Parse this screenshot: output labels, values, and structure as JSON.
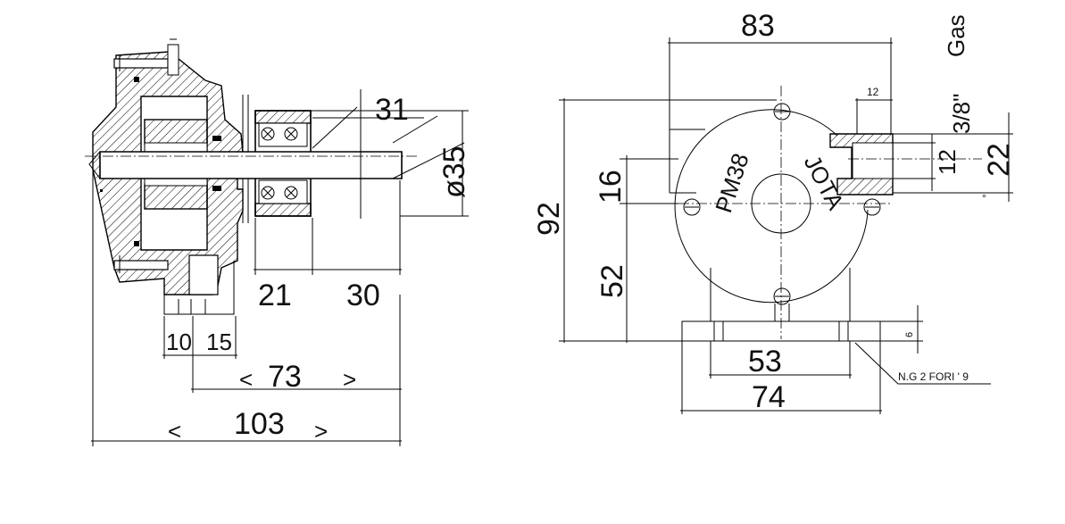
{
  "side_view": {
    "dim_31": "31",
    "dim_phi35": "ø35",
    "dim_21": "21",
    "dim_30": "30",
    "dim_10": "10",
    "dim_15": "15",
    "dim_73": "73",
    "dim_103": "103",
    "arrow_left": "<",
    "arrow_right": ">"
  },
  "front_view": {
    "dim_83": "83",
    "dim_12_top": "12",
    "dim_gas": "Gas",
    "dim_3_8": "3/8\"",
    "dim_22": "22",
    "dim_12_side": "12",
    "dim_92": "92",
    "dim_16": "16",
    "dim_52": "52",
    "dim_6": "6",
    "dim_53": "53",
    "dim_74": "74",
    "note_holes": "N.G 2 FORI ' 9",
    "marking_model": "PM38",
    "marking_brand": "JOTA",
    "degree_mark": "°"
  }
}
